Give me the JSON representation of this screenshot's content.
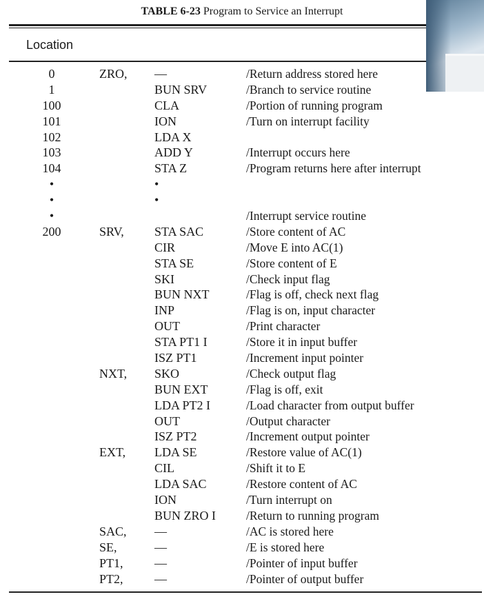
{
  "title": {
    "label": "TABLE 6-23",
    "text": "Program to Service an Interrupt"
  },
  "header": {
    "location": "Location"
  },
  "rows": [
    {
      "loc": "0",
      "label": "ZRO,",
      "instr": "—",
      "comment": "/Return address stored here"
    },
    {
      "loc": "1",
      "label": "",
      "instr": "BUN SRV",
      "comment": "/Branch to service routine"
    },
    {
      "loc": "100",
      "label": "",
      "instr": "CLA",
      "comment": "/Portion of running program"
    },
    {
      "loc": "101",
      "label": "",
      "instr": "ION",
      "comment": "/Turn on interrupt facility"
    },
    {
      "loc": "102",
      "label": "",
      "instr": "LDA X",
      "comment": ""
    },
    {
      "loc": "103",
      "label": "",
      "instr": "ADD Y",
      "comment": "/Interrupt occurs here"
    },
    {
      "loc": "104",
      "label": "",
      "instr": "STA Z",
      "comment": "/Program returns here after interrupt"
    },
    {
      "loc": "•",
      "label": "",
      "instr": "•",
      "comment": ""
    },
    {
      "loc": "•",
      "label": "",
      "instr": "•",
      "comment": ""
    },
    {
      "loc": "•",
      "label": "",
      "instr": "",
      "comment": "/Interrupt service routine"
    },
    {
      "loc": "200",
      "label": "SRV,",
      "instr": "STA SAC",
      "comment": "/Store content of AC"
    },
    {
      "loc": "",
      "label": "",
      "instr": "CIR",
      "comment": "/Move E into AC(1)"
    },
    {
      "loc": "",
      "label": "",
      "instr": "STA SE",
      "comment": "/Store content of E"
    },
    {
      "loc": "",
      "label": "",
      "instr": "SKI",
      "comment": "/Check input flag"
    },
    {
      "loc": "",
      "label": "",
      "instr": "BUN NXT",
      "comment": "/Flag is off, check next flag"
    },
    {
      "loc": "",
      "label": "",
      "instr": "INP",
      "comment": "/Flag is on, input character"
    },
    {
      "loc": "",
      "label": "",
      "instr": "OUT",
      "comment": "/Print character"
    },
    {
      "loc": "",
      "label": "",
      "instr": "STA PT1 I",
      "comment": "/Store it in input buffer"
    },
    {
      "loc": "",
      "label": "",
      "instr": "ISZ PT1",
      "comment": "/Increment input pointer"
    },
    {
      "loc": "",
      "label": "NXT,",
      "instr": "SKO",
      "comment": "/Check output flag"
    },
    {
      "loc": "",
      "label": "",
      "instr": "BUN EXT",
      "comment": "/Flag is off, exit"
    },
    {
      "loc": "",
      "label": "",
      "instr": "LDA PT2 I",
      "comment": "/Load character from output buffer"
    },
    {
      "loc": "",
      "label": "",
      "instr": "OUT",
      "comment": "/Output character"
    },
    {
      "loc": "",
      "label": "",
      "instr": "ISZ PT2",
      "comment": "/Increment output pointer"
    },
    {
      "loc": "",
      "label": "EXT,",
      "instr": "LDA SE",
      "comment": "/Restore value of AC(1)"
    },
    {
      "loc": "",
      "label": "",
      "instr": "CIL",
      "comment": "/Shift it to E"
    },
    {
      "loc": "",
      "label": "",
      "instr": "LDA SAC",
      "comment": "/Restore content of AC"
    },
    {
      "loc": "",
      "label": "",
      "instr": "ION",
      "comment": "/Turn interrupt on"
    },
    {
      "loc": "",
      "label": "",
      "instr": "BUN ZRO I",
      "comment": "/Return to running program"
    },
    {
      "loc": "",
      "label": "SAC,",
      "instr": "—",
      "comment": "/AC is stored here"
    },
    {
      "loc": "",
      "label": "SE,",
      "instr": "—",
      "comment": "/E is stored here"
    },
    {
      "loc": "",
      "label": "PT1,",
      "instr": "—",
      "comment": "/Pointer of input buffer"
    },
    {
      "loc": "",
      "label": "PT2,",
      "instr": "—",
      "comment": "/Pointer of output buffer"
    }
  ]
}
